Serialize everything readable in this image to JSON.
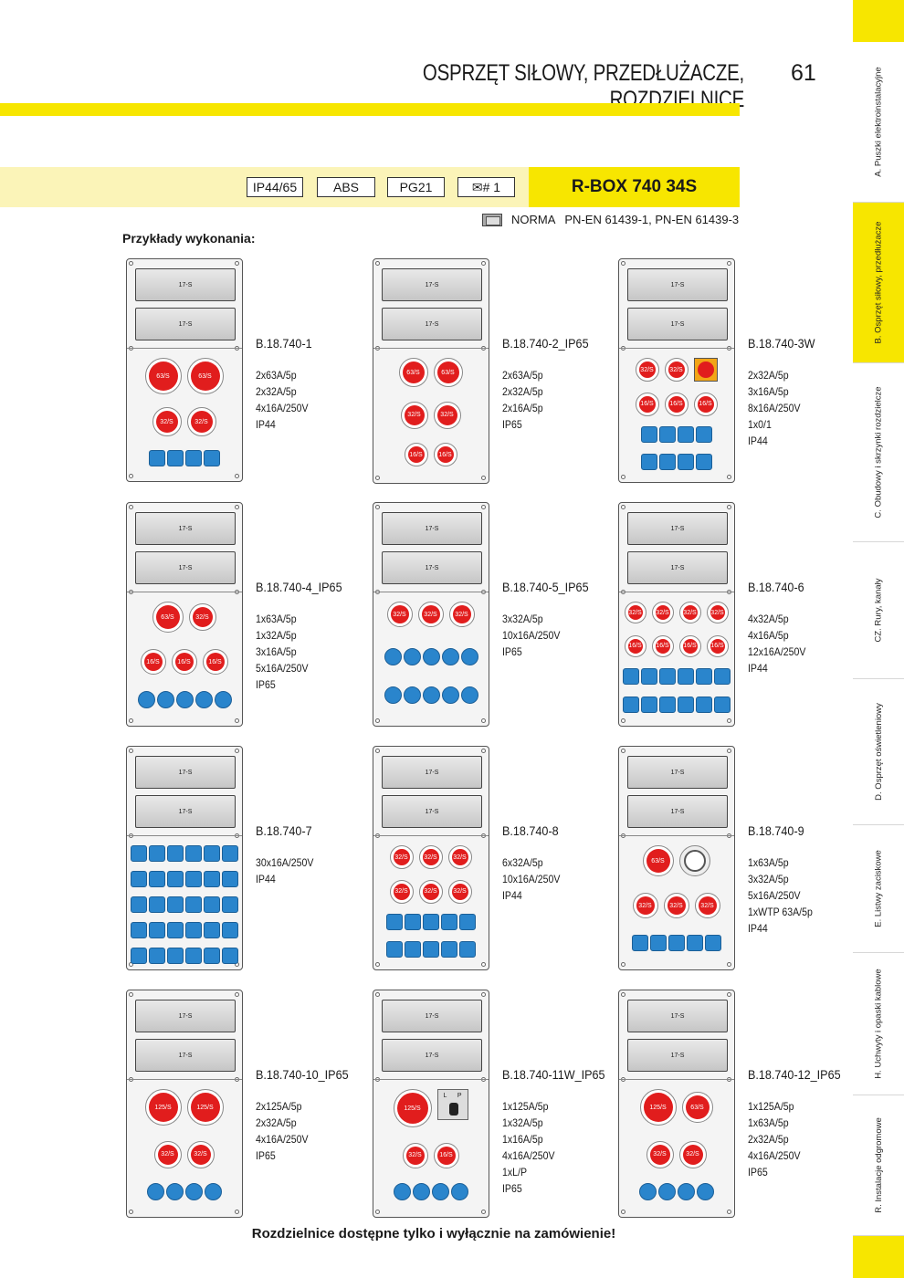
{
  "header": {
    "title": "OSPRZĘT SIŁOWY, PRZEDŁUŻACZE, ROZDZIELNICE",
    "page_number": "61"
  },
  "side_tabs": [
    {
      "label": "A. Puszki elektroinstalacyjne",
      "active": false
    },
    {
      "label": "B. Osprzęt siłowy, przedłużacze",
      "active": true
    },
    {
      "label": "C. Obudowy i skrzynki rozdzielcze",
      "active": false
    },
    {
      "label": "CZ. Rury, kanały",
      "active": false
    },
    {
      "label": "D. Osprzęt oświetleniowy",
      "active": false
    },
    {
      "label": "E. Listwy zaciskowe",
      "active": false
    },
    {
      "label": "H. Uchwyty i opaski kablowe",
      "active": false
    },
    {
      "label": "R. Instalacje odgromowe",
      "active": false
    }
  ],
  "spec_chips": [
    "IP44/65",
    "ABS",
    "PG21",
    "✉# 1"
  ],
  "product_name": "R-BOX 740 34S",
  "norm": {
    "label": "NORMA",
    "value": "PN-EN 61439-1, PN-EN 61439-3"
  },
  "examples_label": "Przykłady wykonania:",
  "window_label": "17-S",
  "models": [
    {
      "code": "B.18.740-1",
      "specs": [
        "2x63A/5p",
        "2x32A/5p",
        "4x16A/250V",
        "IP44"
      ]
    },
    {
      "code": "B.18.740-2_IP65",
      "specs": [
        "2x63A/5p",
        "2x32A/5p",
        "2x16A/5p",
        "IP65"
      ]
    },
    {
      "code": "B.18.740-3W",
      "specs": [
        "2x32A/5p",
        "3x16A/5p",
        "8x16A/250V",
        "1x0/1",
        "IP44"
      ]
    },
    {
      "code": "B.18.740-4_IP65",
      "specs": [
        "1x63A/5p",
        "1x32A/5p",
        "3x16A/5p",
        "5x16A/250V",
        "IP65"
      ]
    },
    {
      "code": "B.18.740-5_IP65",
      "specs": [
        "3x32A/5p",
        "10x16A/250V",
        "IP65"
      ]
    },
    {
      "code": "B.18.740-6",
      "specs": [
        "4x32A/5p",
        "4x16A/5p",
        "12x16A/250V",
        "IP44"
      ]
    },
    {
      "code": "B.18.740-7",
      "specs": [
        "30x16A/250V",
        "IP44"
      ]
    },
    {
      "code": "B.18.740-8",
      "specs": [
        "6x32A/5p",
        "10x16A/250V",
        "IP44"
      ]
    },
    {
      "code": "B.18.740-9",
      "specs": [
        "1x63A/5p",
        "3x32A/5p",
        "5x16A/250V",
        "1xWTP 63A/5p",
        "IP44"
      ]
    },
    {
      "code": "B.18.740-10_IP65",
      "specs": [
        "2x125A/5p",
        "2x32A/5p",
        "4x16A/250V",
        "IP65"
      ]
    },
    {
      "code": "B.18.740-11W_IP65",
      "specs": [
        "1x125A/5p",
        "1x32A/5p",
        "1x16A/5p",
        "4x16A/250V",
        "1xL/P",
        "IP65"
      ]
    },
    {
      "code": "B.18.740-12_IP65",
      "specs": [
        "1x125A/5p",
        "1x63A/5p",
        "2x32A/5p",
        "4x16A/250V",
        "IP65"
      ]
    }
  ],
  "socket_labels": {
    "s125": "125/S",
    "s63": "63/S",
    "s32": "32/S",
    "s16": "16/S"
  },
  "switch_labels": {
    "left": "L",
    "right": "P"
  },
  "footer_note": "Rozdzielnice dostępne tylko i wyłącznie na zamówienie!",
  "colors": {
    "accent_yellow": "#f7e600",
    "band_light": "#fbf4b8",
    "socket_red": "#e11d1d",
    "socket_blue": "#2a85cc"
  }
}
